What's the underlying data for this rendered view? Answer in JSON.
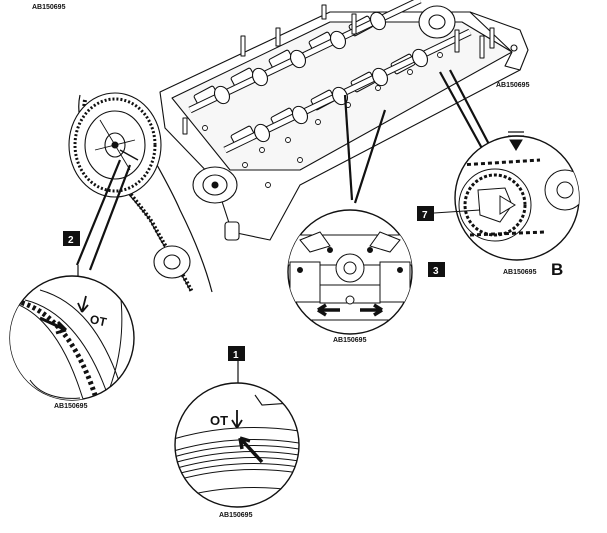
{
  "figure": {
    "codes": [
      "AB150695",
      "AB150695",
      "AB150695",
      "AB150695",
      "AB150695",
      "AB150695"
    ],
    "callouts": {
      "one": "1",
      "two": "2",
      "three": "3",
      "seven": "7",
      "view_b": "B"
    },
    "marks": {
      "ot_pulley": "OT",
      "ot_crank": "OT"
    },
    "colors": {
      "ink": "#111111",
      "paper": "#ffffff",
      "badge": "#111111"
    }
  }
}
